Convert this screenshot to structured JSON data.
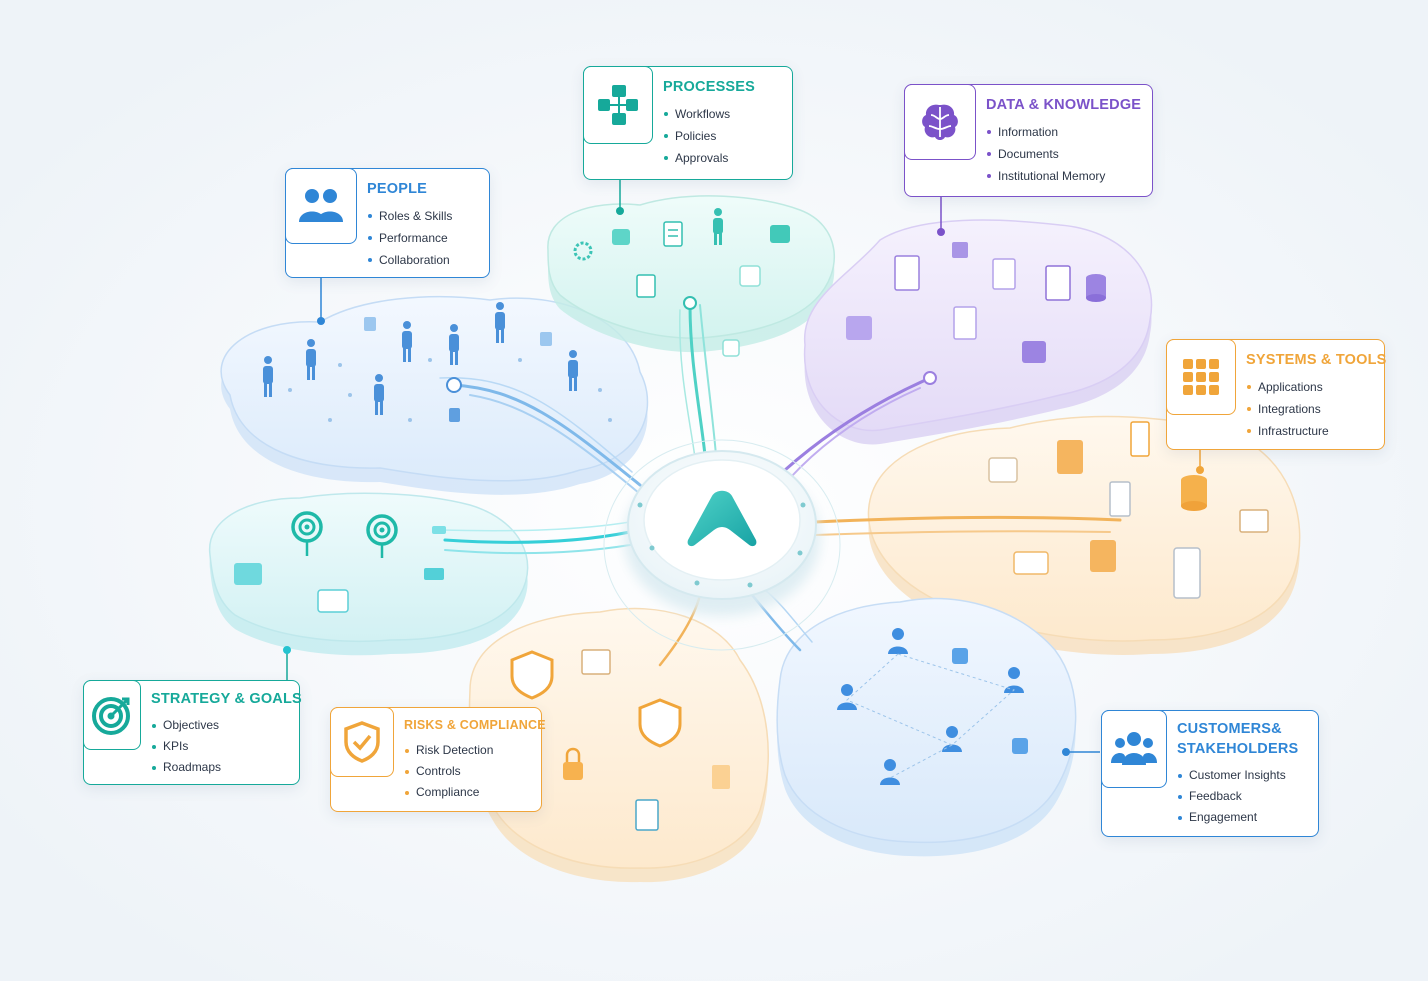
{
  "colors": {
    "teal": "#16a99a",
    "blue": "#2f86d6",
    "purple": "#7b52c9",
    "orange": "#f0a53a",
    "cyan": "#25c3d0"
  },
  "hub": {
    "logo_icon": "a-shape-logo-icon",
    "color": "#27b8b0"
  },
  "cards": {
    "processes": {
      "title": "PROCESSES",
      "icon": "flowchart-icon",
      "items": [
        "Workflows",
        "Policies",
        "Approvals"
      ]
    },
    "data_knowledge": {
      "title": "DATA & KNOWLEDGE",
      "icon": "brain-icon",
      "items": [
        "Information",
        "Documents",
        "Institutional Memory"
      ]
    },
    "people": {
      "title": "PEOPLE",
      "icon": "people-icon",
      "items": [
        "Roles & Skills",
        "Performance",
        "Collaboration"
      ]
    },
    "systems_tools": {
      "title": "SYSTEMS & TOOLS",
      "icon": "app-grid-icon",
      "items": [
        "Applications",
        "Integrations",
        "Infrastructure"
      ]
    },
    "strategy_goals": {
      "title": "STRATEGY & GOALS",
      "icon": "target-icon",
      "items": [
        "Objectives",
        "KPIs",
        "Roadmaps"
      ]
    },
    "risks_compliance": {
      "title": "RISKS & COMPLIANCE",
      "icon": "shield-check-icon",
      "items": [
        "Risk Detection",
        "Controls",
        "Compliance"
      ]
    },
    "customers_stakeholders": {
      "title_line1": "CUSTOMERS&",
      "title_line2": "STAKEHOLDERS",
      "icon": "group-icon",
      "items": [
        "Customer Insights",
        "Feedback",
        "Engagement"
      ]
    }
  }
}
